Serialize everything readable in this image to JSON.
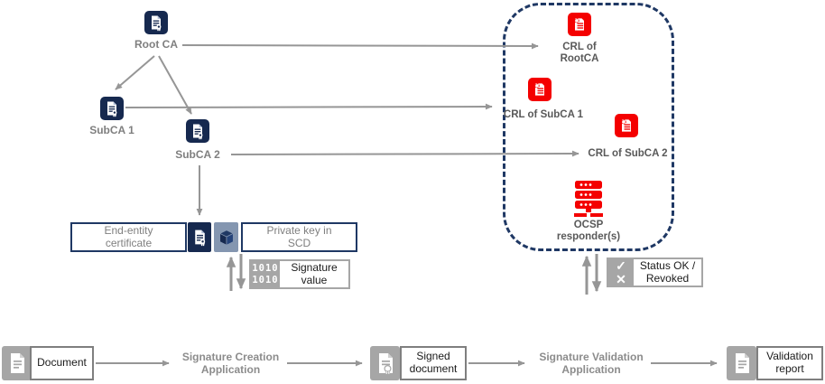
{
  "colors": {
    "navy": "#1F3864",
    "navy_icon": "#16294F",
    "red": "#F40000",
    "steel_blue": "#8496B0",
    "icon_gray": "#A6A6A6",
    "label_gray": "#7F7F7F",
    "dark_label_gray": "#595959",
    "arrow_gray": "#969696"
  },
  "ca_hierarchy": {
    "root_ca_label": "Root CA",
    "subca1_label": "SubCA 1",
    "subca2_label": "SubCA 2"
  },
  "revocation_panel": {
    "crl_rootca_label": "CRL of RootCA",
    "crl_subca1_label": "CRL of SubCA 1",
    "crl_subca2_label": "CRL of SubCA 2",
    "ocsp_label": "OCSP responder(s)"
  },
  "signing": {
    "end_entity_label": "End-entity certificate",
    "private_key_label": "Private key in SCD",
    "signature_value_label": "Signature value",
    "binary_glyph": "1010\n1010",
    "status_label": "Status OK / Revoked",
    "check_glyph": "✓",
    "cross_glyph": "✕"
  },
  "flow": {
    "document_label": "Document",
    "creation_app_label": "Signature Creation Application",
    "signed_document_label": "Signed document",
    "validation_app_label": "Signature Validation Application",
    "validation_report_label": "Validation report"
  }
}
